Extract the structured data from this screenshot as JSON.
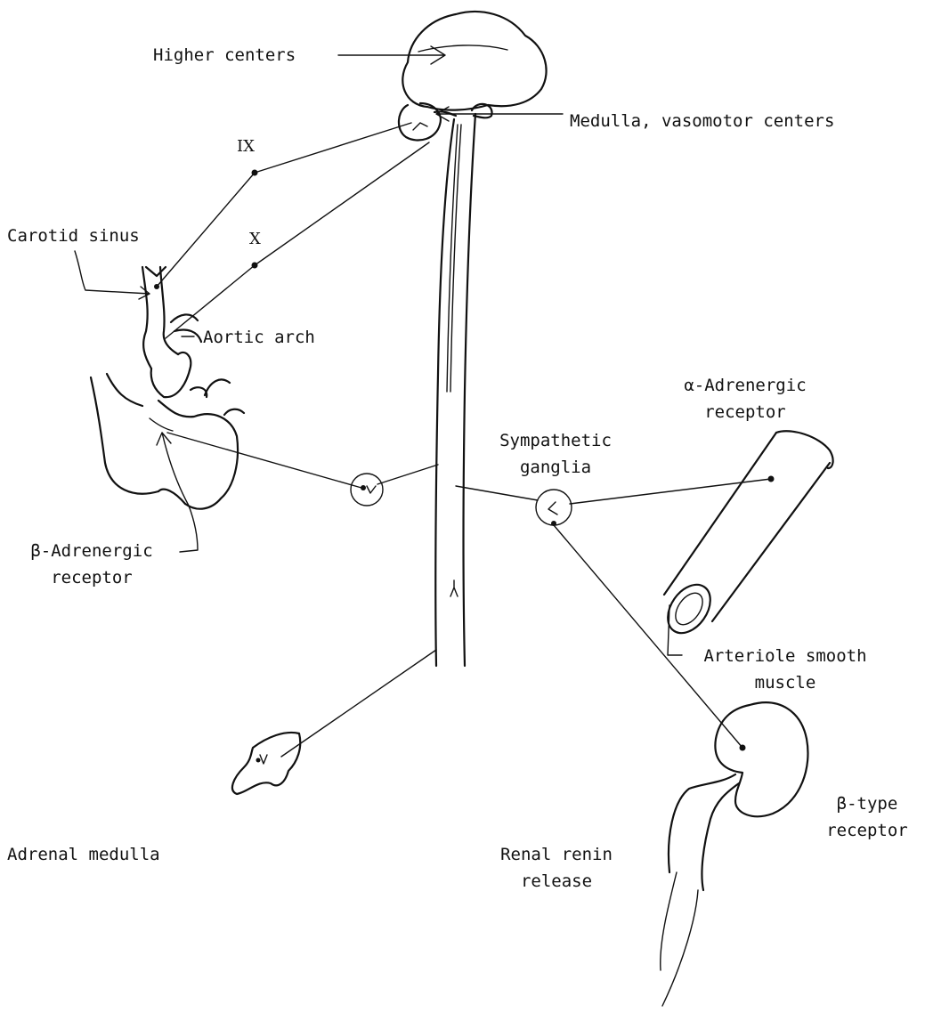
{
  "labels": {
    "higher_centers": "Higher centers",
    "medulla": "Medulla, vasomotor centers",
    "nerve_ix": "IX",
    "nerve_x": "X",
    "carotid_sinus": "Carotid sinus",
    "aortic_arch": "Aortic arch",
    "alpha_receptor_line1": "α-Adrenergic",
    "alpha_receptor_line2": "receptor",
    "sympathetic_ganglia_line1": "Sympathetic",
    "sympathetic_ganglia_line2": "ganglia",
    "beta_receptor_line1": "β-Adrenergic",
    "beta_receptor_line2": "receptor",
    "arteriole_line1": "Arteriole smooth",
    "arteriole_line2": "muscle",
    "adrenal_medulla": "Adrenal medulla",
    "renal_line1": "Renal renin",
    "renal_line2": "release",
    "beta_type_line1": "β-type",
    "beta_type_line2": "receptor"
  }
}
